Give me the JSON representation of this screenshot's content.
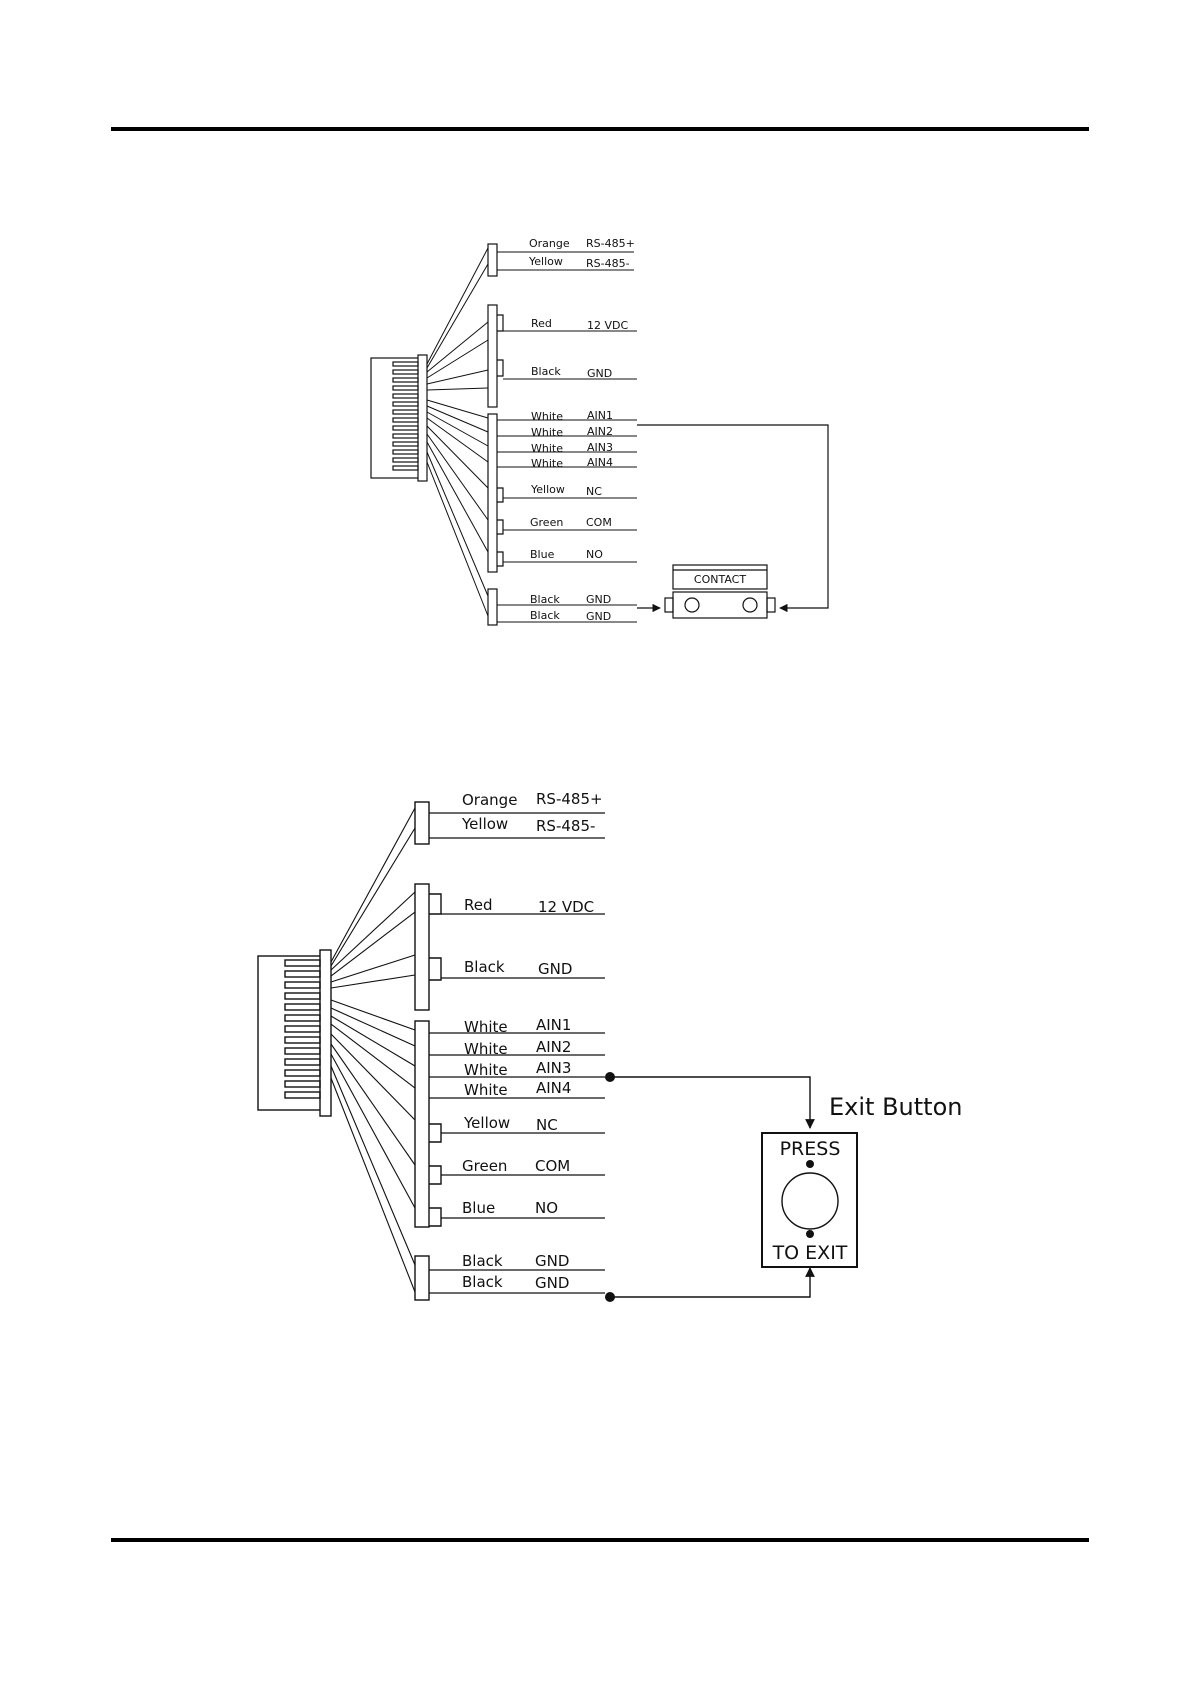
{
  "wiring_labels": [
    {
      "color": "Orange",
      "signal": "RS-485+"
    },
    {
      "color": "Yellow",
      "signal": "RS-485-"
    },
    {
      "color": "Red",
      "signal": "12 VDC"
    },
    {
      "color": "Black",
      "signal": "GND"
    },
    {
      "color": "White",
      "signal": "AIN1"
    },
    {
      "color": "White",
      "signal": "AIN2"
    },
    {
      "color": "White",
      "signal": "AIN3"
    },
    {
      "color": "White",
      "signal": "AIN4"
    },
    {
      "color": "Yellow",
      "signal": "NC"
    },
    {
      "color": "Green",
      "signal": "COM"
    },
    {
      "color": "Blue",
      "signal": "NO"
    },
    {
      "color": "Black",
      "signal": "GND"
    },
    {
      "color": "Black",
      "signal": "GND"
    }
  ],
  "contact_label": "CONTACT",
  "exit_button": {
    "caption": "Exit Button",
    "top_text": "PRESS",
    "bottom_text": "TO EXIT"
  }
}
